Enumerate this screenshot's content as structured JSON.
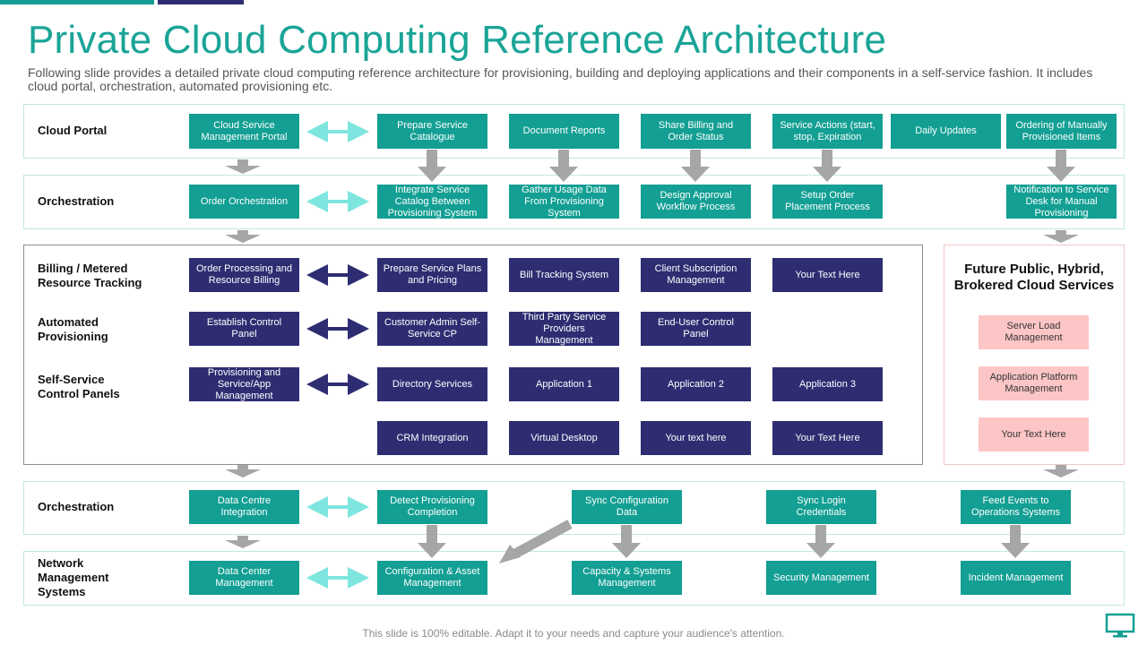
{
  "page": {
    "title": "Private Cloud Computing Reference Architecture",
    "subtitle": "Following slide provides a detailed private cloud computing reference architecture for provisioning, building and deploying applications and their components in a self-service fashion. It includes cloud portal, orchestration, automated provisioning etc.",
    "footer": "This slide is 100% editable. Adapt it to your needs and capture your audience's attention."
  },
  "colors": {
    "teal": "#139f93",
    "navy": "#2e2d72",
    "pink": "#fdc6c6",
    "arrow_teal": "#7ee6df",
    "arrow_gray": "#a6a6a6"
  },
  "rows": {
    "cloud_portal": {
      "label": "Cloud Portal",
      "boxes": [
        "Cloud Service Management Portal",
        "Prepare Service Catalogue",
        "Document Reports",
        "Share Billing and Order Status",
        "Service Actions (start, stop, Expiration",
        "Daily Updates",
        "Ordering of Manually Provisioned Items"
      ]
    },
    "orchestration_1": {
      "label": "Orchestration",
      "boxes": [
        "Order Orchestration",
        "Integrate Service Catalog Between Provisioning System",
        "Gather Usage Data From Provisioning System",
        "Design Approval Workflow Process",
        "Setup Order Placement Process",
        "Notification to Service Desk for Manual Provisioning"
      ]
    },
    "billing": {
      "label": "Billing / Metered Resource Tracking",
      "boxes": [
        "Order Processing and Resource Billing",
        "Prepare Service Plans and Pricing",
        "Bill Tracking System",
        "Client Subscription Management",
        "Your Text Here"
      ]
    },
    "automated": {
      "label": "Automated Provisioning",
      "boxes": [
        "Establish Control Panel",
        "Customer Admin Self-Service CP",
        "Third Party Service Providers Management",
        "End-User Control Panel"
      ]
    },
    "self_service": {
      "label": "Self-Service Control Panels",
      "boxes": [
        "Provisioning and Service/App Management",
        "Directory Services",
        "Application 1",
        "Application 2",
        "Application 3"
      ]
    },
    "extra": {
      "boxes": [
        "CRM Integration",
        "Virtual Desktop",
        "Your text here",
        "Your Text Here"
      ]
    },
    "orchestration_2": {
      "label": "Orchestration",
      "boxes": [
        "Data Centre Integration",
        "Detect Provisioning Completion",
        "Sync Configuration Data",
        "Sync Login Credentials",
        "Feed Events to Operations Systems"
      ]
    },
    "network": {
      "label": "Network Management Systems",
      "boxes": [
        "Data Center Management",
        "Configuration & Asset Management",
        "Capacity & Systems Management",
        "Security Management",
        "Incident Management"
      ]
    }
  },
  "future": {
    "title": "Future Public, Hybrid, Brokered Cloud Services",
    "boxes": [
      "Server Load Management",
      "Application Platform Management",
      "Your Text Here"
    ]
  },
  "icons": {
    "monitor": "monitor-icon"
  }
}
